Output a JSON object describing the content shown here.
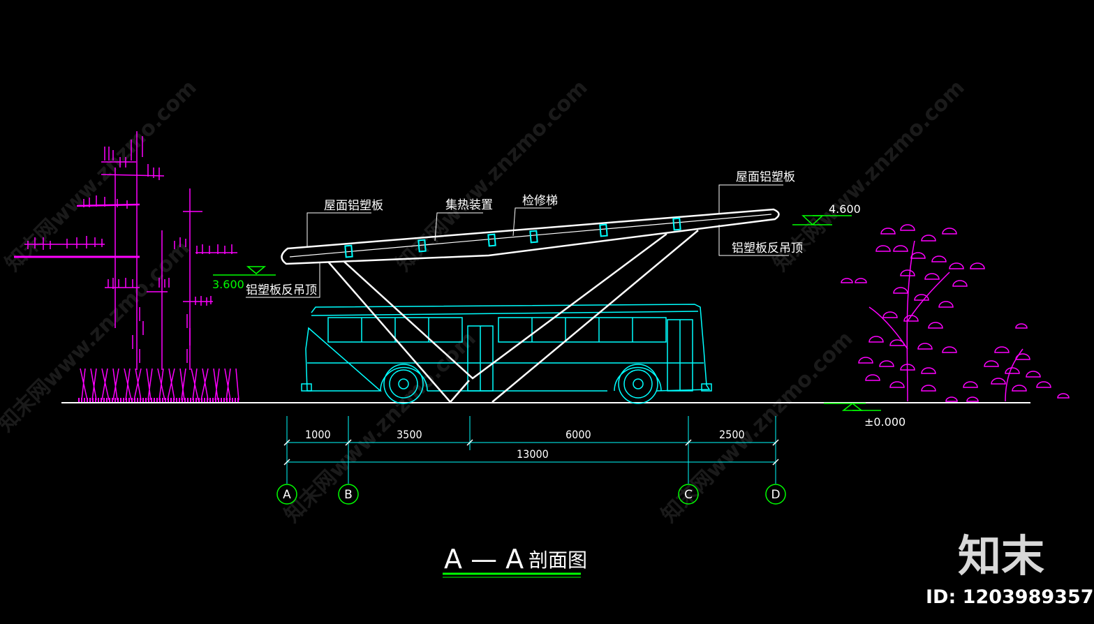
{
  "drawing": {
    "title_main": "A — A",
    "title_sub": "剖面图"
  },
  "labels": {
    "roof_left": "屋面铝塑板",
    "collector": "集热装置",
    "ladder": "检修梯",
    "roof_right": "屋面铝塑板",
    "ceiling_left": "铝塑板反吊顶",
    "ceiling_right": "铝塑板反吊顶"
  },
  "elevations": {
    "left": "3.600",
    "right": "4.600",
    "ground": "±0.000"
  },
  "dimensions": {
    "segments": [
      "1000",
      "3500",
      "6000",
      "2500"
    ],
    "total": "13000"
  },
  "axes": [
    "A",
    "B",
    "C",
    "D"
  ],
  "watermark": {
    "text": "知末网www.znzmo.com",
    "brand": "知末",
    "id": "ID: 1203989357"
  },
  "colors": {
    "structure": "#ffffff",
    "bus": "#00ffff",
    "plants": "#ff00ff",
    "elevation_green": "#00ff00",
    "title_underline": "#00ff00"
  }
}
